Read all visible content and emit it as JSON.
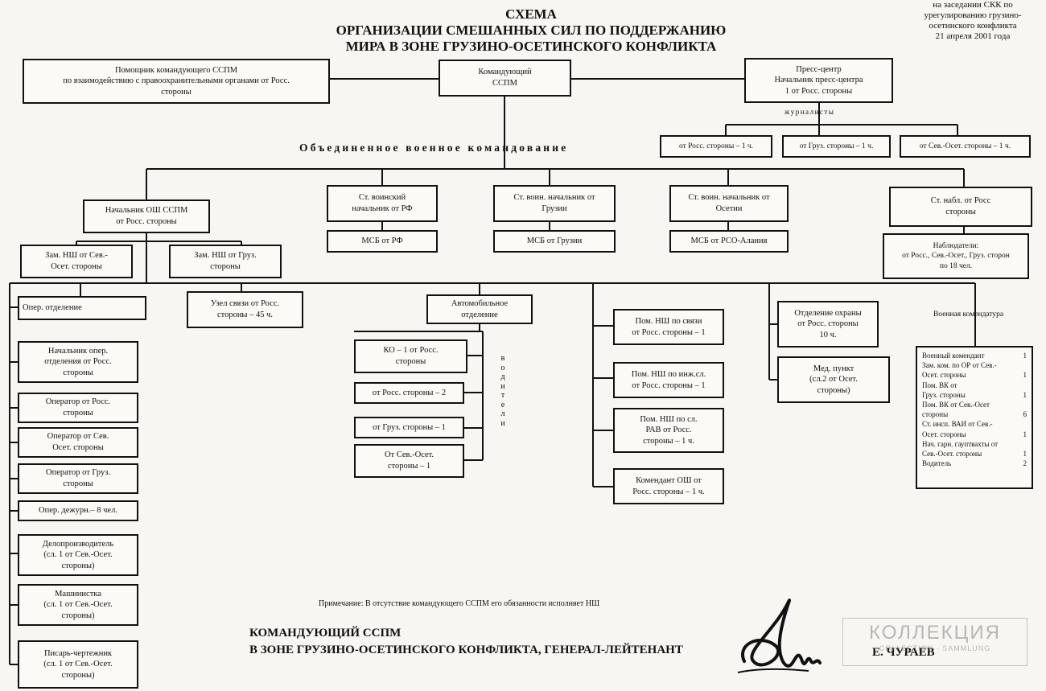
{
  "header": {
    "title_lines": [
      "СХЕМА",
      "ОРГАНИЗАЦИИ СМЕШАННЫХ СИЛ ПО ПОДДЕРЖАНИЮ",
      "МИРА В ЗОНЕ ГРУЗИНО-ОСЕТИНСКОГО КОНФЛИКТА"
    ],
    "approval": "на заседании СКК по\nурегулированию грузино-\nосетинского конфликта\n21 апреля 2001 года"
  },
  "top": {
    "commander": "Командующий\nССПМ",
    "assistant": "Помощник командующего ССПМ\nпо взаимодействию с правоохранительными органами от Росс.\nстороны",
    "press_center": "Пресс-центр\nНачальник пресс-центра\n1 от Росс. стороны"
  },
  "journalists": {
    "label": "журналисты",
    "items": [
      "от Росс. стороны – 1 ч.",
      "от Груз. стороны – 1 ч.",
      "от Сев.-Осет. стороны – 1 ч."
    ]
  },
  "joint_command": "Объединенное военное командование",
  "level2": {
    "chief_of_staff": "Начальник ОШ ССПМ\nот Росс. стороны",
    "rf_commander": "Ст. воинский\nначальник от РФ",
    "georgia_commander": "Ст. воин. начальник от\nГрузии",
    "ossetia_commander": "Ст. воин. начальник от\nОсетии",
    "senior_observer": "Ст. набл. от Росс\nстороны",
    "msb_rf": "МСБ от РФ",
    "msb_georgia": "МСБ от Грузии",
    "msb_ossetia": "МСБ от РСО-Алания",
    "observers": "Наблюдатели:\nот Росс., Сев.-Осет., Груз. сторон\nпо 18 чел.",
    "deputy_ossetia": "Зам. НШ от Сев.-\nОсет. стороны",
    "deputy_georgia": "Зам. НШ от Груз.\nстороны"
  },
  "operations": {
    "head": "Опер. отделение",
    "items": [
      "Начальник опер.\nотделения от Росс.\nстороны",
      "Оператор от Росс.\nстороны",
      "Оператор от Сев.\nОсет. стороны",
      "Оператор от Груз.\nстороны",
      "Опер. дежурн.– 8 чел.",
      "Делопроизводитель\n(сл. 1 от Сев.-Осет.\nстороны)",
      "Машинистка\n(сл. 1 от Сев.-Осет.\nстороны)",
      "Писарь-чертежник\n(сл. 1 от Сев.-Осет.\nстороны)"
    ]
  },
  "comms_node": "Узел связи от Росс.\nстороны – 45 ч.",
  "auto": {
    "head": "Автомобильное\nотделение",
    "items": [
      "КО – 1 от Росс.\nстороны",
      "от Росс. стороны – 2",
      "от Груз. стороны – 1",
      "От Сев.-Осет.\nстороны – 1"
    ],
    "drivers_label": "водители"
  },
  "assistants": [
    "Пом. НШ по связи\nот Росс. стороны – 1",
    "Пом. НШ по инж.сл.\nот Росс. стороны – 1",
    "Пом. НШ по сл.\nРАВ от Росс.\nстороны – 1 ч.",
    "Комендант ОШ от\nРосс. стороны – 1 ч."
  ],
  "guard": {
    "security": "Отделение охраны\nот Росс. стороны\n10 ч.",
    "medical": "Мед. пункт\n(сл.2 от Осет.\nстороны)"
  },
  "commandant": {
    "label": "Военная комендатура",
    "rows": [
      {
        "text": "Военный комендант",
        "count": "1"
      },
      {
        "text": "Зам. ком. по ОР от Сев.-",
        "count": ""
      },
      {
        "text": "Осет. стороны",
        "count": "1"
      },
      {
        "text": "Пом. ВК от",
        "count": ""
      },
      {
        "text": "Груз. стороны",
        "count": "1"
      },
      {
        "text": "Пом. ВК от Сев.-Осет",
        "count": ""
      },
      {
        "text": "стороны",
        "count": "6"
      },
      {
        "text": "Ст. инсп. ВАИ от Сев.-",
        "count": ""
      },
      {
        "text": "Осет. стороны",
        "count": "1"
      },
      {
        "text": "Нач. гарн. гауптвахты от",
        "count": ""
      },
      {
        "text": "Сев.-Осет. стороны",
        "count": "1"
      },
      {
        "text": "Водитель",
        "count": "2"
      }
    ]
  },
  "footer": {
    "note": "Примечание: В отсутствие командующего ССПМ его обязанности исполняет НШ",
    "signature_line1": "КОМАНДУЮЩИЙ ССПМ",
    "signature_line2": "В ЗОНЕ ГРУЗИНО-ОСЕТИНСКОГО КОНФЛИКТА, ГЕНЕРАЛ-ЛЕЙТЕНАНТ",
    "signature_name": "Е. ЧУРАЕВ"
  },
  "watermark": {
    "line1": "КОЛЛЕКЦИЯ",
    "line2": "COLLECTION · SAMMLUNG"
  }
}
